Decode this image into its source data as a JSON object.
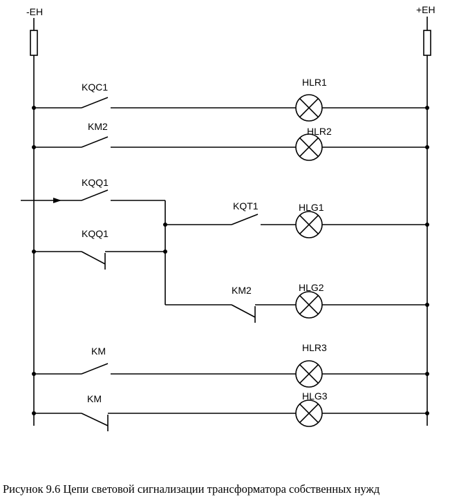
{
  "diagram": {
    "bus_labels": {
      "minus": "-EH",
      "plus": "+EH"
    },
    "contacts": {
      "kqc1": "KQC1",
      "km2_top": "KM2",
      "kqq1_no": "KQQ1",
      "kqq1_nc": "KQQ1",
      "kqt1": "KQT1",
      "km2_nc": "KM2",
      "km_no": "KM",
      "km_nc": "KM"
    },
    "lamps": {
      "hlr1": "HLR1",
      "hlr2": "HLR2",
      "hlg1": "HLG1",
      "hlg2": "HLG2",
      "hlr3": "HLR3",
      "hlg3": "HLG3"
    }
  },
  "caption": "Рисунок 9.6 Цепи световой сигнализации трансформатора собственных нужд"
}
